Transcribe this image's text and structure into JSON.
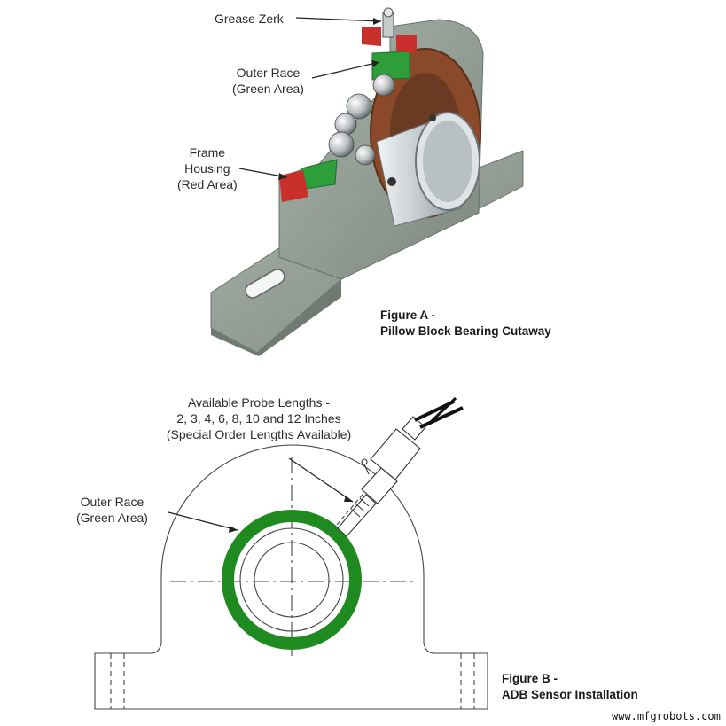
{
  "figure_a": {
    "labels": {
      "grease_zerk": "Grease Zerk",
      "outer_race": [
        "Outer Race",
        "(Green Area)"
      ],
      "frame_housing": [
        "Frame",
        "Housing",
        "(Red Area)"
      ]
    },
    "caption": [
      "Figure A -",
      "Pillow Block Bearing Cutaway"
    ],
    "colors": {
      "housing": "#8f9a92",
      "outer_race": "#2e9e3a",
      "frame_housing": "#c9302c",
      "seal": "#8a4a2a",
      "shaft": "#d8dde0"
    }
  },
  "figure_b": {
    "labels": {
      "probe_lengths": [
        "Available Probe Lengths -",
        "2, 3, 4, 6, 8, 10 and 12 Inches",
        "(Special Order Lengths Available)"
      ],
      "outer_race": [
        "Outer Race",
        "(Green Area)"
      ]
    },
    "caption": [
      "Figure B -",
      "ADB Sensor Installation"
    ],
    "colors": {
      "outer_race": "#1f8a1f",
      "line": "#444444"
    }
  },
  "watermark": "www.mfgrobots.com"
}
